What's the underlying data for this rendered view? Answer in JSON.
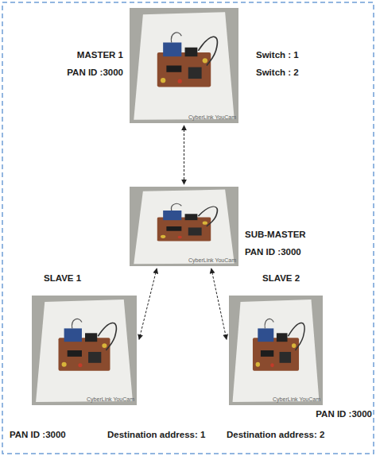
{
  "diagram": {
    "nodes": [
      {
        "text": [
          "MASTER 1",
          "PAN ID :3000",
          "Switch : 1",
          "Switch : 2"
        ]
      },
      {
        "text": [
          "SUB-MASTER",
          "PAN ID :3000"
        ]
      },
      {
        "text": [
          "SLAVE 1",
          "PAN ID :3000",
          "Destination address: 1"
        ]
      },
      {
        "text": [
          "SLAVE 2",
          "PAN ID :3000",
          "Destination address: 2"
        ]
      }
    ],
    "edges": [
      {
        "from": 0,
        "to": 1,
        "arrow": "both"
      },
      {
        "from": 1,
        "to": 2,
        "arrow": "both"
      },
      {
        "from": 1,
        "to": 3,
        "arrow": "both"
      }
    ],
    "labels": [
      "CyberLink YouCam",
      "CyberLink YouCam",
      "CyberLink YouCam",
      "CyberLink YouCam"
    ]
  }
}
